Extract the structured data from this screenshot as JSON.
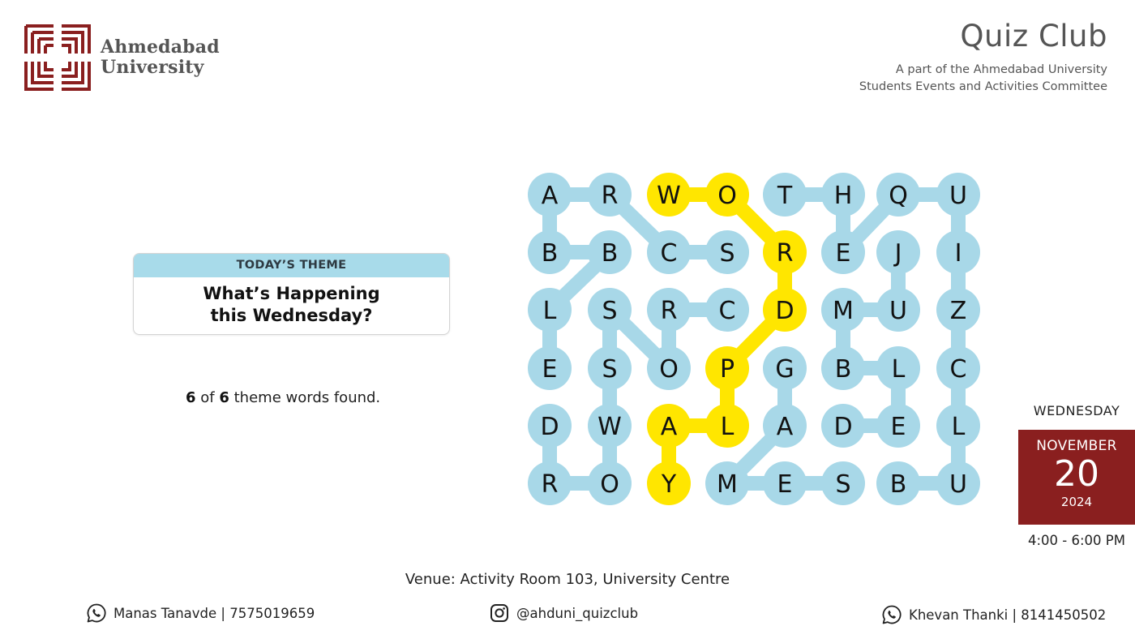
{
  "header": {
    "logo_line1": "Ahmedabad",
    "logo_line2": "University",
    "club_title": "Quiz Club",
    "club_sub_line1": "A part of the Ahmedabad University",
    "club_sub_line2": "Students Events and Activities Committee"
  },
  "theme": {
    "label": "TODAY’S THEME",
    "line1": "What’s Happening",
    "line2": "this Wednesday?"
  },
  "progress": {
    "found": "6",
    "of": "of",
    "total": "6",
    "suffix": "theme words found."
  },
  "colors": {
    "path_blue": "#a8d8e8",
    "path_yellow": "#ffe600",
    "brand_red": "#8a1f1f"
  },
  "grid": {
    "rows": [
      [
        "A",
        "R",
        "W",
        "O",
        "T",
        "H",
        "Q",
        "U"
      ],
      [
        "B",
        "B",
        "C",
        "S",
        "R",
        "E",
        "J",
        "I"
      ],
      [
        "L",
        "S",
        "R",
        "C",
        "D",
        "M",
        "U",
        "Z"
      ],
      [
        "E",
        "S",
        "O",
        "P",
        "G",
        "B",
        "L",
        "C"
      ],
      [
        "D",
        "W",
        "A",
        "L",
        "A",
        "D",
        "E",
        "L"
      ],
      [
        "R",
        "O",
        "Y",
        "M",
        "E",
        "S",
        "B",
        "U"
      ]
    ],
    "words": [
      {
        "word": "WORDPLAY",
        "color": "yellow",
        "cells": [
          [
            0,
            2
          ],
          [
            0,
            3
          ],
          [
            1,
            4
          ],
          [
            2,
            4
          ],
          [
            3,
            3
          ],
          [
            4,
            3
          ],
          [
            4,
            2
          ],
          [
            5,
            2
          ]
        ]
      },
      {
        "word": "SCRABBLE",
        "color": "blue",
        "cells": [
          [
            1,
            3
          ],
          [
            1,
            2
          ],
          [
            0,
            1
          ],
          [
            0,
            0
          ],
          [
            1,
            0
          ],
          [
            1,
            1
          ],
          [
            2,
            0
          ],
          [
            3,
            0
          ]
        ]
      },
      {
        "word": "CROSSWORD",
        "color": "blue",
        "cells": [
          [
            2,
            3
          ],
          [
            2,
            2
          ],
          [
            3,
            2
          ],
          [
            2,
            1
          ],
          [
            3,
            1
          ],
          [
            4,
            1
          ],
          [
            5,
            1
          ],
          [
            5,
            0
          ],
          [
            4,
            0
          ]
        ]
      },
      {
        "word": "THEQUIZCLUB",
        "color": "blue",
        "cells": [
          [
            0,
            4
          ],
          [
            0,
            5
          ],
          [
            1,
            5
          ],
          [
            0,
            6
          ],
          [
            0,
            7
          ],
          [
            1,
            7
          ],
          [
            2,
            7
          ],
          [
            3,
            7
          ],
          [
            4,
            7
          ],
          [
            5,
            7
          ],
          [
            5,
            6
          ]
        ]
      },
      {
        "word": "JUMBLED",
        "color": "blue",
        "cells": [
          [
            1,
            6
          ],
          [
            2,
            6
          ],
          [
            2,
            5
          ],
          [
            3,
            5
          ],
          [
            3,
            6
          ],
          [
            4,
            6
          ],
          [
            4,
            5
          ]
        ]
      },
      {
        "word": "GAMES",
        "color": "blue",
        "cells": [
          [
            3,
            4
          ],
          [
            4,
            4
          ],
          [
            5,
            3
          ],
          [
            5,
            4
          ],
          [
            5,
            5
          ]
        ]
      }
    ]
  },
  "event": {
    "weekday": "WEDNESDAY",
    "month": "NOVEMBER",
    "day": "20",
    "year": "2024",
    "time": "4:00 - 6:00 PM",
    "venue": "Venue: Activity Room 103, University Centre"
  },
  "contacts": {
    "left": "Manas Tanavde | 7575019659",
    "instagram": "@ahduni_quizclub",
    "right": "Khevan Thanki | 8141450502"
  }
}
